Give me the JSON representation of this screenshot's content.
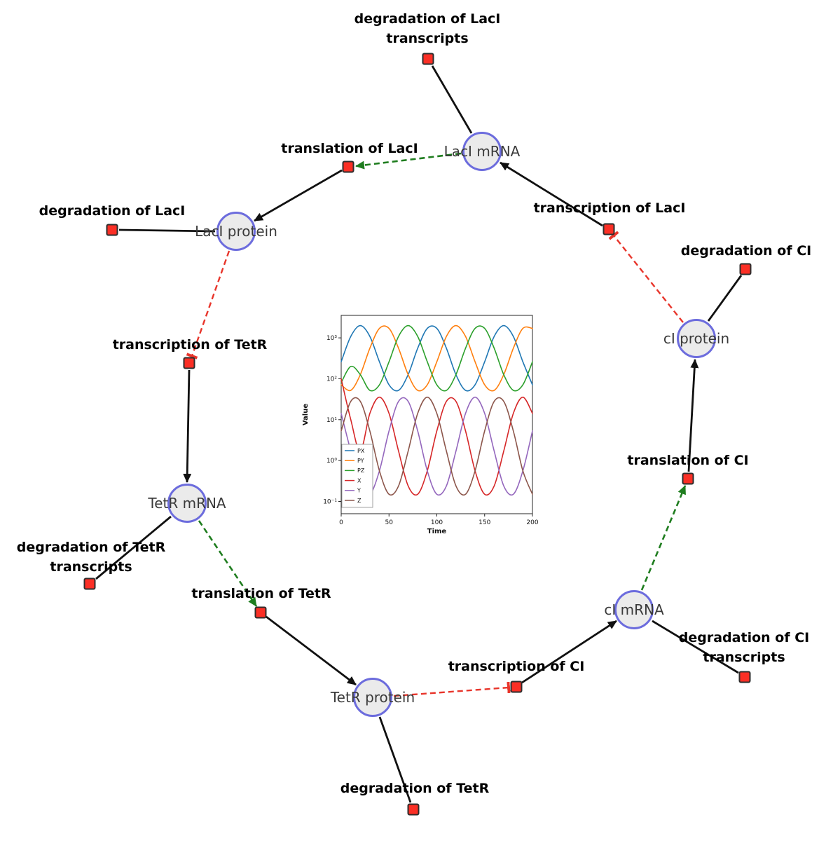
{
  "diagram": {
    "species": [
      {
        "label": "LacI mRNA"
      },
      {
        "label": "LacI protein"
      },
      {
        "label": "TetR mRNA"
      },
      {
        "label": "TetR protein"
      },
      {
        "label": "cI mRNA"
      },
      {
        "label": "cI protein"
      }
    ],
    "reactions": [
      {
        "lines": [
          "degradation of LacI",
          "transcripts"
        ]
      },
      {
        "lines": [
          "translation of LacI"
        ]
      },
      {
        "lines": [
          "degradation of LacI"
        ]
      },
      {
        "lines": [
          "transcription of LacI"
        ]
      },
      {
        "lines": [
          "degradation of CI"
        ]
      },
      {
        "lines": [
          "transcription of TetR"
        ]
      },
      {
        "lines": [
          "translation of CI"
        ]
      },
      {
        "lines": [
          "degradation of TetR",
          "transcripts"
        ]
      },
      {
        "lines": [
          "translation of TetR"
        ]
      },
      {
        "lines": [
          "transcription of CI"
        ]
      },
      {
        "lines": [
          "degradation of CI",
          "transcripts"
        ]
      },
      {
        "lines": [
          "degradation of TetR"
        ]
      }
    ],
    "colors": {
      "species_fill": "#ebebeb",
      "species_border": "#6c6cdd",
      "reaction_fill": "#fb2f25",
      "edge": "#111111",
      "activation": "#1f7d1f",
      "inhibition": "#e8352b"
    }
  },
  "chart_data": {
    "type": "line",
    "title": "",
    "xlabel": "Time",
    "ylabel": "Value",
    "yscale": "log",
    "xlim": [
      0,
      200
    ],
    "ylim": [
      0.05,
      3500
    ],
    "xticks": [
      0,
      50,
      100,
      150,
      200
    ],
    "yticks_log": [
      -1,
      0,
      1,
      2,
      3
    ],
    "ytick_labels": [
      "10⁻¹",
      "10⁰",
      "10¹",
      "10²",
      "10³"
    ],
    "legend_position": "center-left",
    "grid": false,
    "x": [
      0,
      10,
      20,
      30,
      40,
      50,
      60,
      70,
      80,
      90,
      100,
      110,
      120,
      130,
      140,
      150,
      160,
      170,
      180,
      190,
      200
    ],
    "series": [
      {
        "name": "PX",
        "color": "#1f77b4",
        "values": [
          260,
          1084,
          1995,
          1084,
          260,
          71,
          52,
          126,
          558,
          1702,
          1702,
          558,
          126,
          52,
          71,
          260,
          1084,
          1995,
          1084,
          260,
          71
        ]
      },
      {
        "name": "PY",
        "color": "#ff7f0e",
        "values": [
          71,
          52,
          126,
          558,
          1702,
          1702,
          558,
          126,
          52,
          71,
          260,
          1084,
          1995,
          1084,
          260,
          71,
          52,
          126,
          558,
          1702,
          1702
        ]
      },
      {
        "name": "PZ",
        "color": "#2ca02c",
        "values": [
          80,
          200,
          126,
          52,
          71,
          260,
          1084,
          1995,
          1084,
          260,
          71,
          52,
          126,
          558,
          1702,
          1702,
          558,
          126,
          52,
          71,
          260
        ]
      },
      {
        "name": "X",
        "color": "#d62728",
        "values": [
          100,
          10,
          1.7,
          14.2,
          35.5,
          14.2,
          1.7,
          0.24,
          0.15,
          0.56,
          5.3,
          28,
          28,
          5.3,
          0.56,
          0.15,
          0.24,
          1.7,
          14.2,
          35.5,
          14.2
        ]
      },
      {
        "name": "Y",
        "color": "#9467bd",
        "values": [
          14.2,
          1.7,
          0.24,
          0.15,
          0.56,
          5.3,
          28,
          28,
          5.3,
          0.56,
          0.15,
          0.24,
          1.7,
          14.2,
          35.5,
          14.2,
          1.7,
          0.24,
          0.15,
          0.56,
          5.3
        ]
      },
      {
        "name": "Z",
        "color": "#8c564b",
        "values": [
          5.3,
          28,
          28,
          5.3,
          0.56,
          0.15,
          0.24,
          1.7,
          14.2,
          35.5,
          14.2,
          1.7,
          0.24,
          0.15,
          0.56,
          5.3,
          28,
          28,
          5.3,
          0.56,
          0.15
        ]
      }
    ]
  }
}
